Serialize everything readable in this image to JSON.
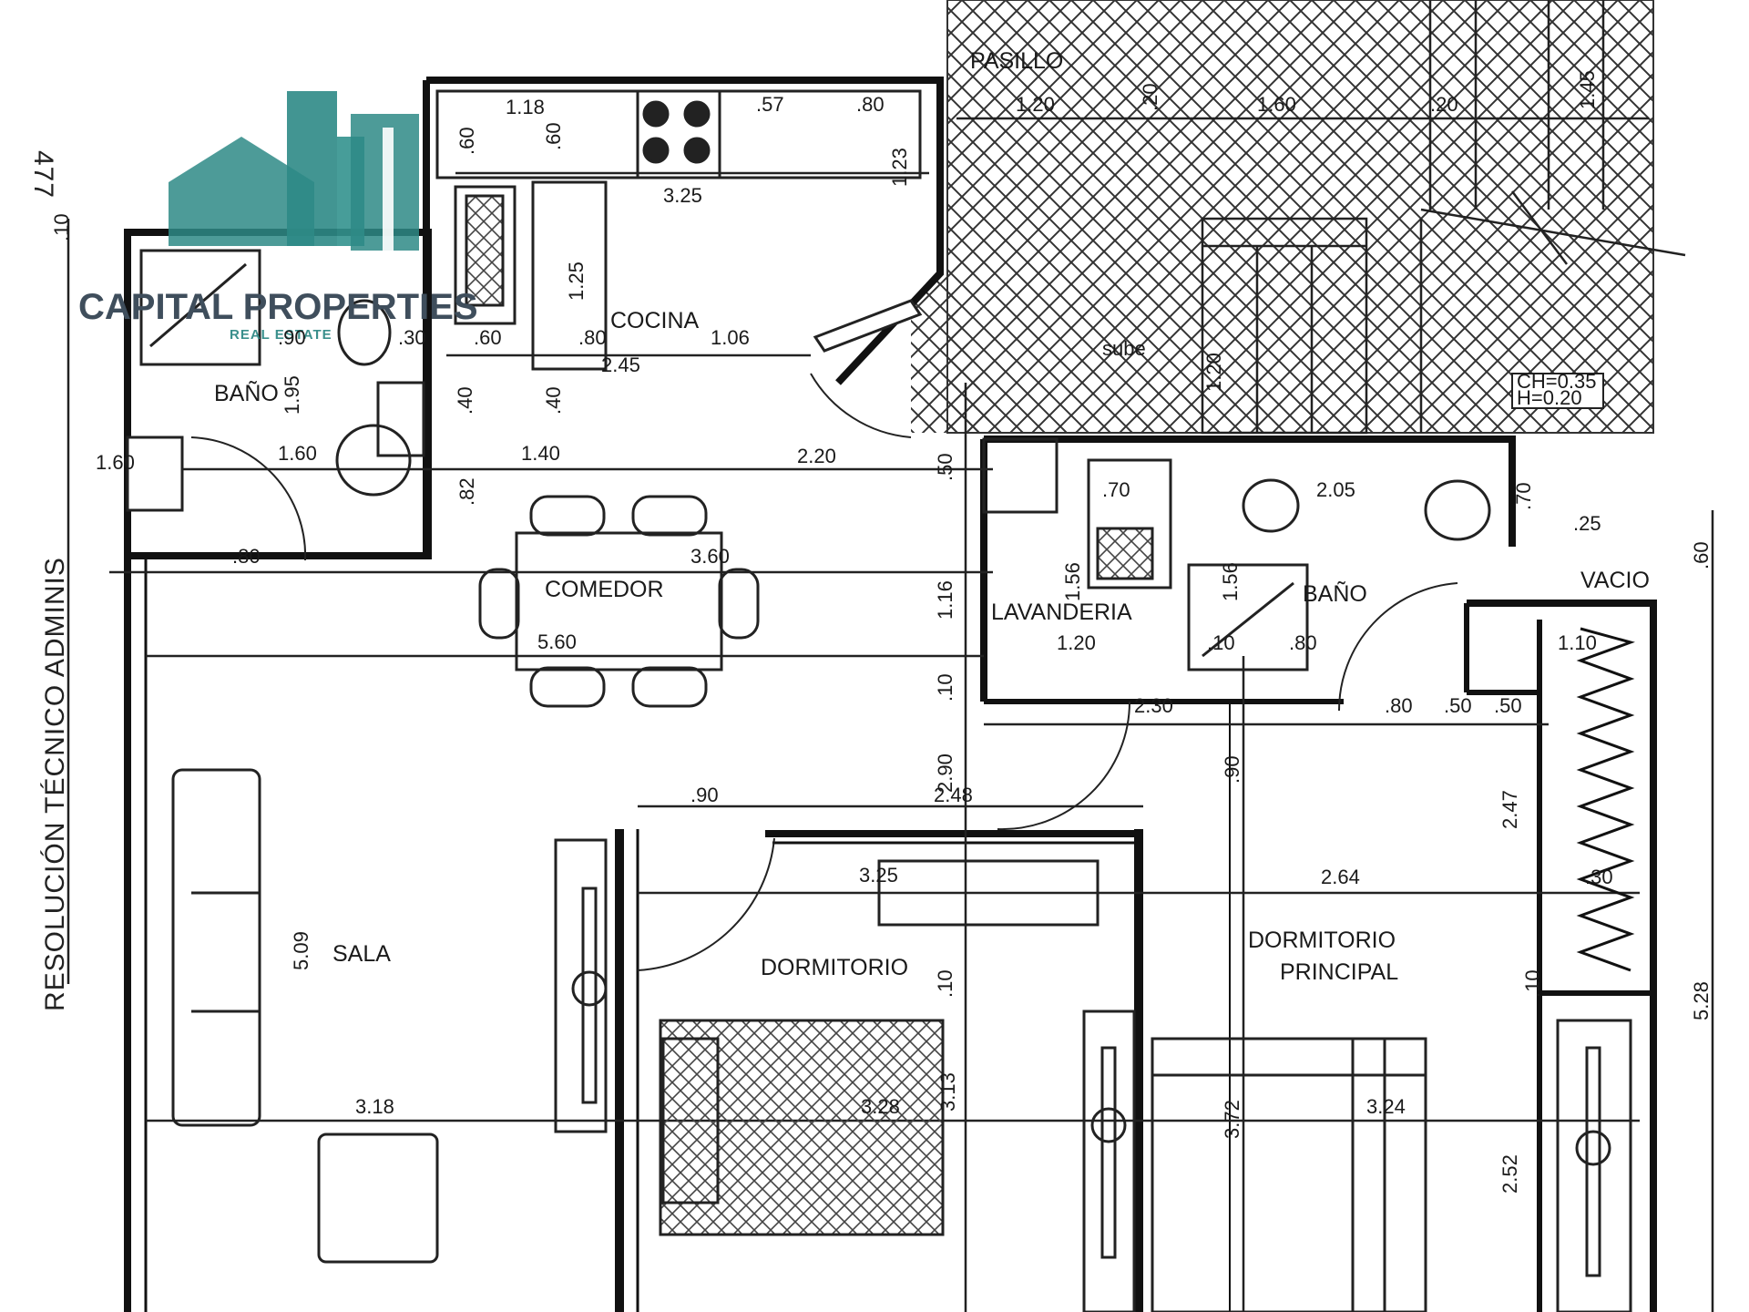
{
  "logo": {
    "name": "CAPITAL PROPERTIES",
    "subtitle": "REAL ESTATE",
    "accent_color": "#2e8a86",
    "text_color": "#3f4e5c"
  },
  "annotations": {
    "corner_note": "477",
    "side_stamp": "RESOLUCIÓN TÉCNICO ADMINIS"
  },
  "rooms": {
    "pasillo": "PASILLO",
    "cocina": "COCINA",
    "bano_social": "BAÑO",
    "comedor": "COMEDOR",
    "lavanderia": "LAVANDERIA",
    "bano_principal": "BAÑO",
    "vacio": "VACIO",
    "sala": "SALA",
    "dormitorio": "DORMITORIO",
    "dormitorio_principal_1": "DORMITORIO",
    "dormitorio_principal_2": "PRINCIPAL",
    "sube": "sube"
  },
  "dimensions": {
    "d_118": "1.18",
    "d_57": ".57",
    "d_80a": ".80",
    "d_60a": ".60",
    "d_60b": ".60",
    "d_325": "3.25",
    "d_123": "1.23",
    "d_125": "1.25",
    "d_106": "1.06",
    "d_80b": ".80",
    "d_245": "2.45",
    "d_60c": ".60",
    "d_90a": ".90",
    "d_30": ".30",
    "d_195": "1.95",
    "d_40a": ".40",
    "d_40b": ".40",
    "d_160a": "1.60",
    "d_140": "1.40",
    "d_220": "2.20",
    "d_50": ".50",
    "d_82": ".82",
    "d_80c": ".80",
    "d_360": "3.60",
    "d_560": "5.60",
    "d_116": "1.16",
    "d_70a": ".70",
    "d_205": "2.05",
    "d_156": "1.56",
    "d_120a": "1.20",
    "d_80d": ".80",
    "d_110": "1.10",
    "d_60e": ".60",
    "d_70b": ".70",
    "d_25": ".25",
    "d_230": "2.30",
    "d_80e": ".80",
    "d_50b": ".50",
    "d_10a": ".10",
    "d_90b": ".90",
    "d_247": "2.47",
    "d_290": "2.90",
    "d_248": "2.48",
    "d_90c": ".90",
    "d_325b": "3.25",
    "d_264": "2.64",
    "d_509": "5.09",
    "d_318": "3.18",
    "d_328": "3.28",
    "d_313": "3.13",
    "d_372": "3.72",
    "d_324": "3.24",
    "d_252": "2.52",
    "d_528": "5.28",
    "d_120p": "1.20",
    "d_160p": "1.60",
    "d_20a": ".20",
    "d_20b": ".20",
    "d_145": "1.45",
    "d_10b": ".10",
    "d_10c": ".10",
    "d_10d": ".10",
    "d_30b": ".30",
    "d_156b": "1.56",
    "d_120c": "1.20",
    "d_50c": ".50",
    "d_160b": "1.60",
    "d_10e": ".10"
  },
  "stair_notes": {
    "ch": "CH=0.35",
    "h": "H=0.20"
  }
}
